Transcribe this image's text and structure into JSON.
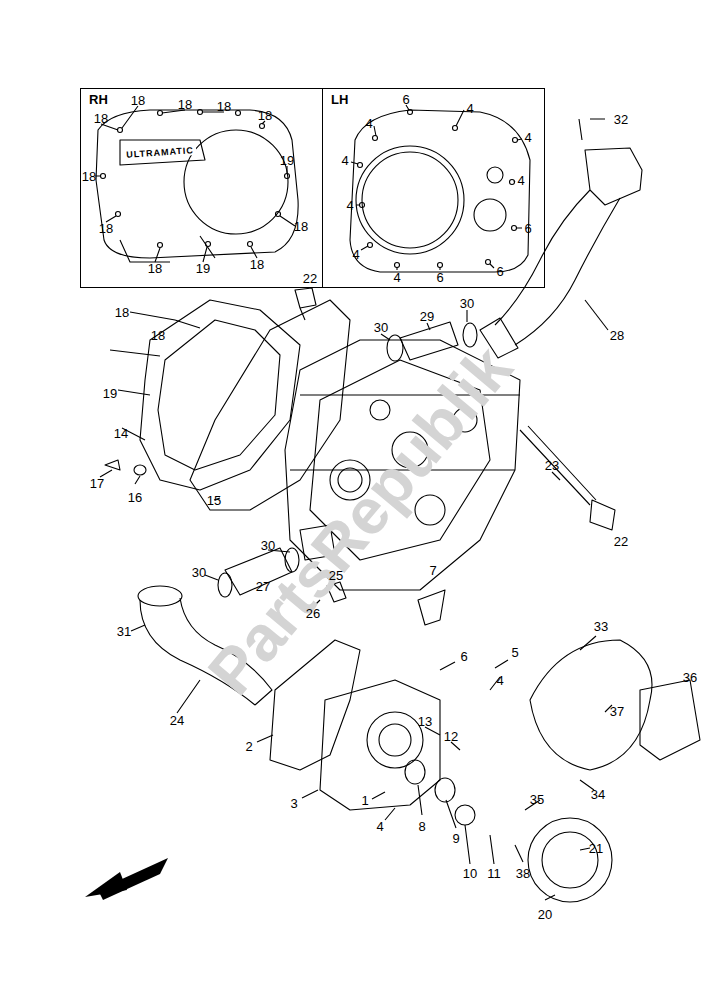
{
  "diagram": {
    "nodes": [
      {
        "text": [
          "RH"
        ]
      },
      {
        "text": [
          "LH"
        ]
      }
    ],
    "labels": [
      "PartsRepublik",
      "ULTRAMATIC",
      "18",
      "18",
      "18",
      "18",
      "18",
      "19",
      "18",
      "18",
      "18",
      "18",
      "19",
      "18",
      "6",
      "4",
      "4",
      "4",
      "4",
      "4",
      "4",
      "6",
      "4",
      "4",
      "6",
      "6",
      "32",
      "28",
      "30",
      "29",
      "30",
      "22",
      "18",
      "18",
      "19",
      "14",
      "17",
      "16",
      "15",
      "23",
      "22",
      "30",
      "27",
      "30",
      "25",
      "26",
      "24",
      "31",
      "7",
      "6",
      "5",
      "4",
      "33",
      "37",
      "36",
      "13",
      "12",
      "2",
      "3",
      "1",
      "4",
      "8",
      "9",
      "10",
      "11",
      "35",
      "34",
      "38",
      "21",
      "20"
    ]
  }
}
